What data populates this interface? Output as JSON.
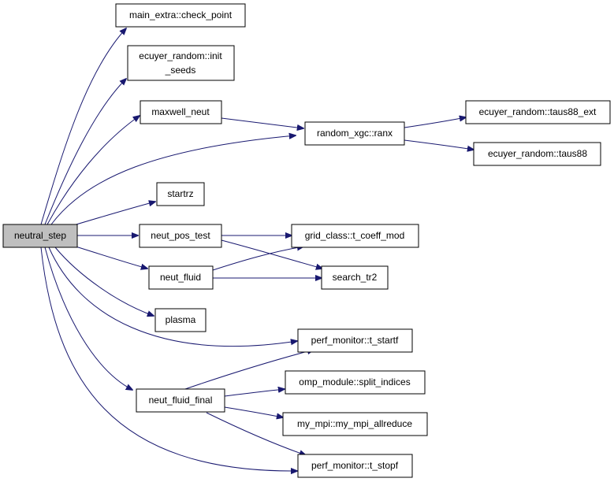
{
  "nodes": {
    "neutral_step": [
      "neutral_step"
    ],
    "check_point": [
      "main_extra::check_point"
    ],
    "init_seeds": [
      "ecuyer_random::init",
      "_seeds"
    ],
    "maxwell_neut": [
      "maxwell_neut"
    ],
    "ranx": [
      "random_xgc::ranx"
    ],
    "taus88_ext": [
      "ecuyer_random::taus88_ext"
    ],
    "taus88": [
      "ecuyer_random::taus88"
    ],
    "startrz": [
      "startrz"
    ],
    "neut_pos_test": [
      "neut_pos_test"
    ],
    "t_coeff_mod": [
      "grid_class::t_coeff_mod"
    ],
    "neut_fluid": [
      "neut_fluid"
    ],
    "search_tr2": [
      "search_tr2"
    ],
    "plasma": [
      "plasma"
    ],
    "t_startf": [
      "perf_monitor::t_startf"
    ],
    "split_indices": [
      "omp_module::split_indices"
    ],
    "neut_fluid_final": [
      "neut_fluid_final"
    ],
    "my_mpi_allreduce": [
      "my_mpi::my_mpi_allreduce"
    ],
    "t_stopf": [
      "perf_monitor::t_stopf"
    ]
  },
  "colors": {
    "edge": "#191970",
    "root_fill": "#bfbfbf",
    "node_fill": "#ffffff",
    "node_stroke": "#000000"
  }
}
